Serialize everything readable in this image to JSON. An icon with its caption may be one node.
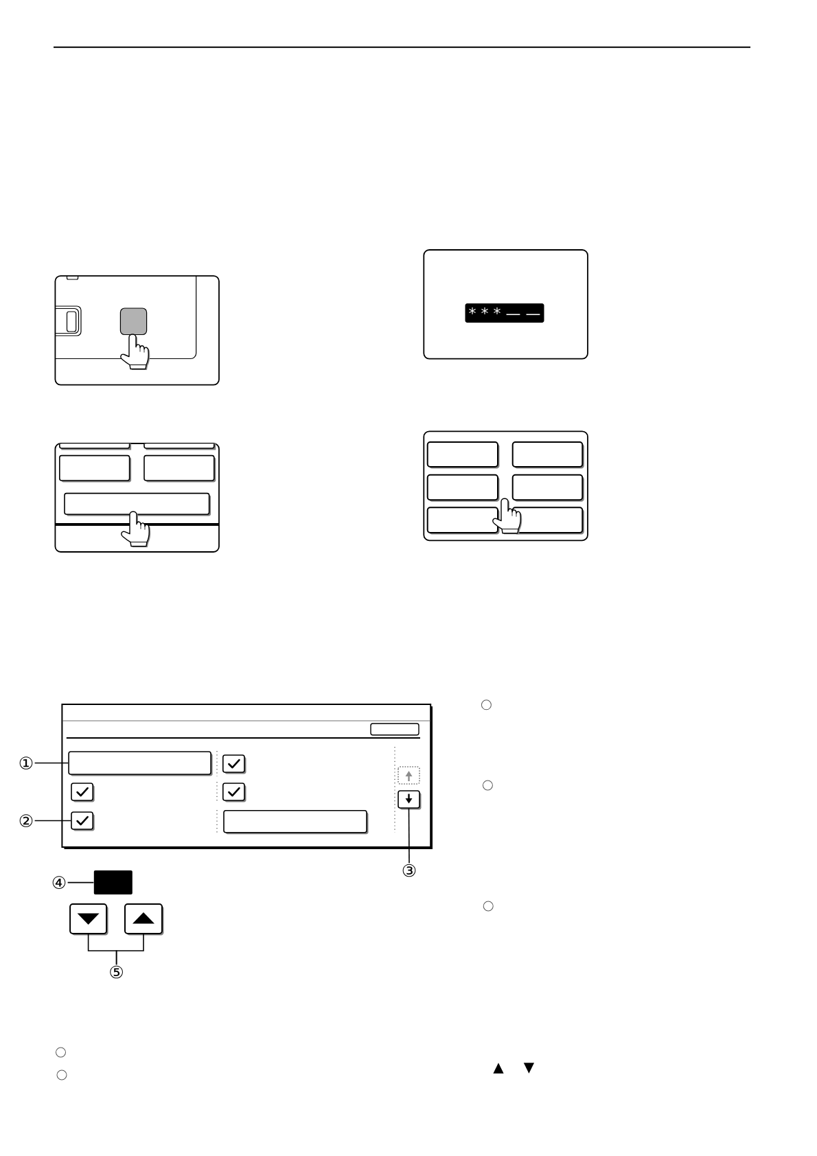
{
  "diagram": {
    "nodes": [
      {
        "text": [
          "* * * — —"
        ]
      },
      {
        "text": [
          "①"
        ]
      },
      {
        "text": [],
        "shape": "box"
      },
      {
        "text": [],
        "shape": "box"
      },
      {
        "text": [],
        "shape": "box"
      },
      {
        "text": [],
        "shape": "box"
      },
      {
        "text": [
          "②"
        ]
      },
      {
        "text": [],
        "shape": "box"
      },
      {
        "text": [],
        "shape": "box"
      },
      {
        "text": [
          "③"
        ]
      },
      {
        "text": [],
        "shape": "box"
      },
      {
        "text": [
          "④"
        ]
      },
      {
        "text": [],
        "shape": "box"
      },
      {
        "text": [],
        "shape": "box"
      },
      {
        "text": [],
        "shape": "box"
      },
      {
        "text": [
          "⑤"
        ]
      }
    ],
    "edges": [
      {
        "from": 1,
        "to": 2,
        "arrow": "none"
      },
      {
        "from": 6,
        "to": 7,
        "arrow": "none"
      },
      {
        "from": 9,
        "to": 10,
        "arrow": "none"
      },
      {
        "from": 11,
        "to": 12,
        "arrow": "none"
      },
      {
        "from": 15,
        "to": 13,
        "arrow": "none"
      },
      {
        "from": 15,
        "to": 14,
        "arrow": "none"
      }
    ],
    "labels": [
      "▲",
      "▼"
    ]
  }
}
